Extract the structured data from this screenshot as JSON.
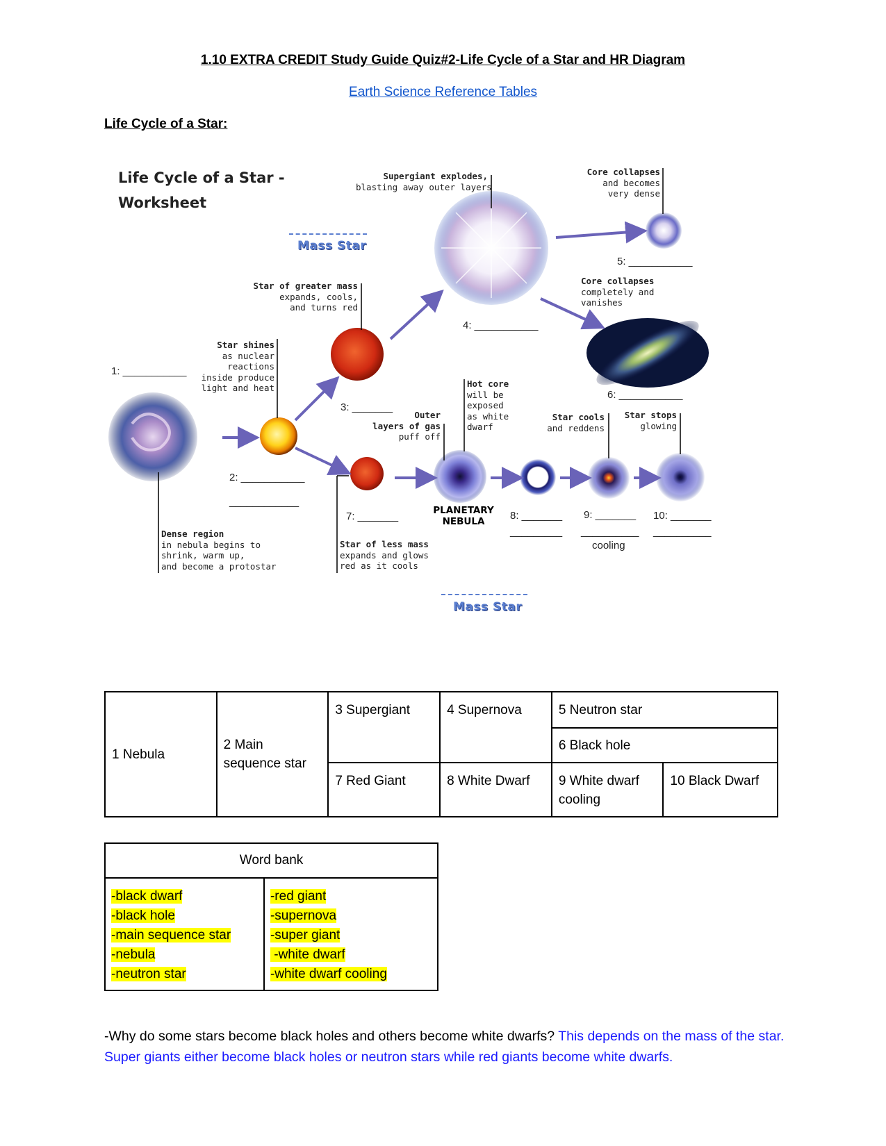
{
  "header": {
    "title": "1.10 EXTRA CREDIT Study Guide Quiz#2-Life Cycle of a Star and HR Diagram",
    "reference_link": "Earth Science Reference Tables",
    "section_heading": "Life Cycle of a Star:"
  },
  "diagram": {
    "title_line1": "Life Cycle of a Star -",
    "title_line2": "Worksheet",
    "mass_star_top": "Mass Star",
    "mass_star_bottom": "Mass Star",
    "supergiant_explodes_bold": "Supergiant explodes,",
    "supergiant_explodes_rest": "blasting away outer layers",
    "core_collapses_dense_bold": "Core collapses",
    "core_collapses_dense_rest": "and becomes\nvery dense",
    "core_collapses_vanish_bold": "Core collapses",
    "core_collapses_vanish_rest": "completely and\nvanishes",
    "greater_mass_bold": "Star of greater mass",
    "greater_mass_rest": "expands, cools,\nand turns red",
    "star_shines_bold": "Star shines",
    "star_shines_rest": "as nuclear\nreactions\ninside produce\nlight and heat",
    "hot_core_bold": "Hot core",
    "hot_core_rest": "will be\nexposed\nas white\ndwarf",
    "outer_layers_bold": "Outer\nlayers of gas",
    "outer_layers_rest": "puff off",
    "star_cools_bold": "Star cools",
    "star_cools_rest": "and reddens",
    "star_stops_bold": "Star stops",
    "star_stops_rest": "glowing",
    "dense_region_bold": "Dense region",
    "dense_region_rest": "in nebula begins to\nshrink, warm up,\nand become a protostar",
    "less_mass_bold": "Star of less mass",
    "less_mass_rest": "expands and glows\nred as it cools",
    "planetary_nebula": "PLANETARY\nNEBULA",
    "cooling": "cooling",
    "blank1": "1: ___________",
    "blank2": "2: ___________",
    "blank2b": "____________",
    "blank3": "3: _______",
    "blank4": "4: ___________",
    "blank5": "5: ___________",
    "blank6": "6: ___________",
    "blank7": "7: _______",
    "blank8": "8: _______",
    "blank8b": "_________",
    "blank9": "9: _______",
    "blank9b": "__________",
    "blank10": "10: _______",
    "blank10b": "__________"
  },
  "answers": {
    "a1": "1 Nebula",
    "a2": "2 Main sequence star",
    "a3": "3 Supergiant",
    "a4": "4 Supernova",
    "a5": "5 Neutron star",
    "a6": "6 Black hole",
    "a7": "7 Red Giant",
    "a8": "8 White Dwarf",
    "a9": "9 White dwarf cooling",
    "a10": "10 Black Dwarf"
  },
  "word_bank": {
    "heading": "Word bank",
    "left": [
      "-black dwarf",
      "-black hole",
      "-main sequence star",
      "-nebula",
      "-neutron star"
    ],
    "right": [
      "-red giant",
      "-supernova",
      "-super giant",
      " -white dwarf",
      "-white dwarf cooling"
    ]
  },
  "question": {
    "text": "-Why do some stars become black holes and others become white dwarfs? ",
    "answer": "This depends on the mass of the star. Super giants either become black holes or neutron stars while red giants become white dwarfs."
  }
}
